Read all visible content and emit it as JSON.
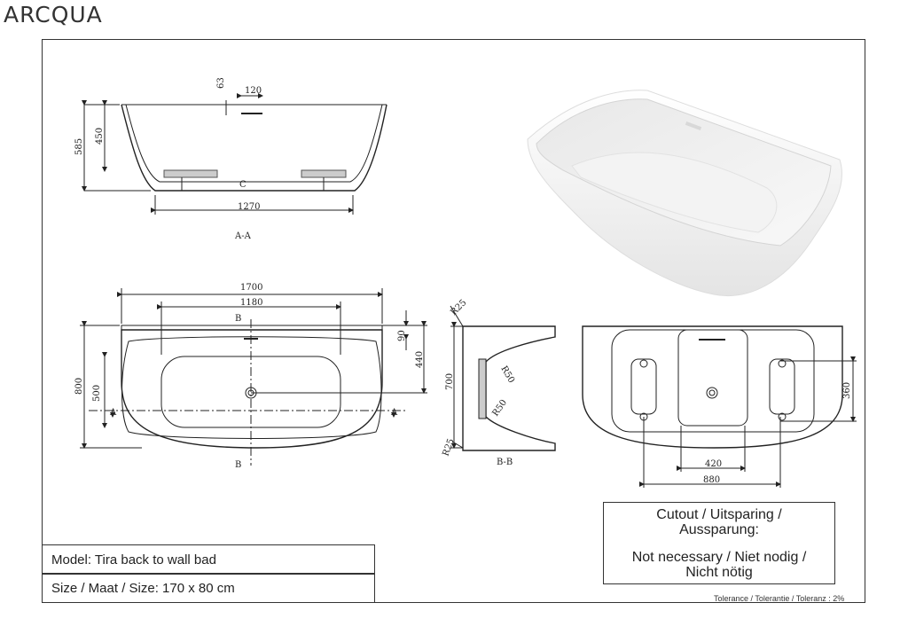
{
  "brand": {
    "logo_text_a": "ARC",
    "logo_text_q": "Q",
    "logo_text_b": "UA"
  },
  "views": {
    "side": {
      "section_label": "A-A",
      "dims": {
        "d63": "63",
        "d120": "120",
        "d585": "585",
        "d450": "450",
        "d1270": "1270",
        "c": "C"
      }
    },
    "top": {
      "dims": {
        "d1700": "1700",
        "d1180": "1180",
        "d800": "800",
        "d500": "500",
        "d90": "90",
        "d440": "440"
      },
      "markers": {
        "b_top": "B",
        "b_bottom": "B",
        "a_left": "A",
        "a_right": "A"
      }
    },
    "section_b": {
      "section_label": "B-B",
      "dims": {
        "r25_top": "R25",
        "r50_top": "R50",
        "d700": "700",
        "r50_bottom": "R50",
        "r25_bottom": "R25"
      }
    },
    "bottom": {
      "dims": {
        "d360": "360",
        "d420": "420",
        "d880": "880"
      }
    }
  },
  "cutout": {
    "line1": "Cutout / Uitsparing /",
    "line2": "Aussparung:",
    "line3": "Not necessary / Niet nodig /",
    "line4": "Nicht nötig"
  },
  "model": {
    "text": "Model: Tira back to wall bad"
  },
  "size": {
    "text": "Size / Maat / Size: 170 x 80 cm"
  },
  "tolerance": {
    "text": "Tolerance / Tolerantie / Toleranz : 2%"
  }
}
